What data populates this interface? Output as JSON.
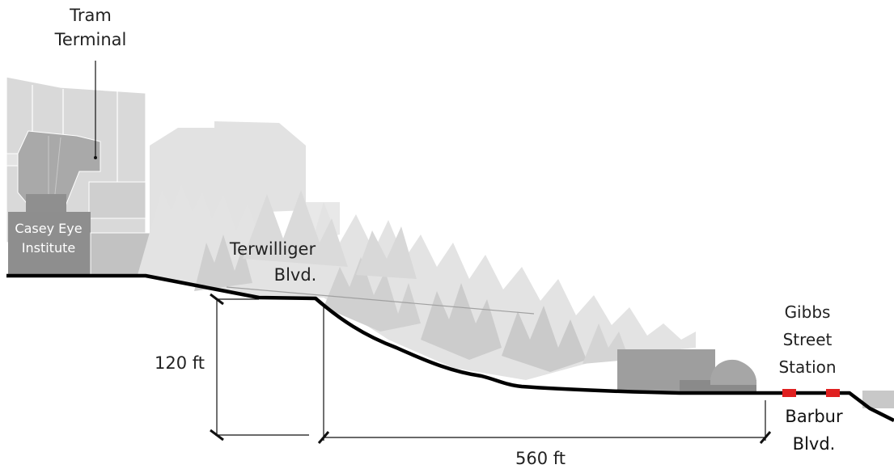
{
  "labels": {
    "tram_terminal_line1": "Tram",
    "tram_terminal_line2": "Terminal",
    "casey_line1": "Casey Eye",
    "casey_line2": "Institute",
    "terwilliger_line1": "Terwilliger",
    "terwilliger_line2": "Blvd.",
    "gibbs_line1": "Gibbs",
    "gibbs_line2": "Street",
    "gibbs_line3": "Station",
    "barbur_line1": "Barbur",
    "barbur_line2": "Blvd.",
    "height_dim": "120 ft",
    "length_dim": "560 ft"
  },
  "colors": {
    "ground_line": "#000000",
    "station_marker": "#e02020",
    "building_dark": "#8c8c8c",
    "building_mid": "#b4b4b4",
    "trees": "#d2d2d2"
  }
}
